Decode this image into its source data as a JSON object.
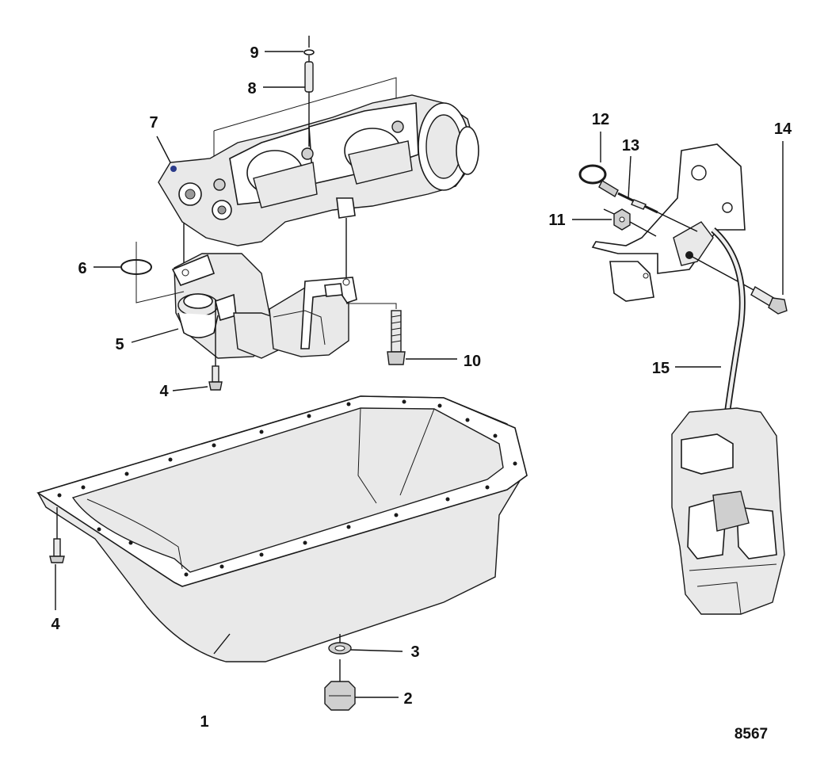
{
  "figure_number": "8567",
  "callouts": [
    {
      "id": "1",
      "text": "1"
    },
    {
      "id": "2",
      "text": "2"
    },
    {
      "id": "3",
      "text": "3"
    },
    {
      "id": "4a",
      "text": "4"
    },
    {
      "id": "4b",
      "text": "4"
    },
    {
      "id": "5",
      "text": "5"
    },
    {
      "id": "6",
      "text": "6"
    },
    {
      "id": "7",
      "text": "7"
    },
    {
      "id": "8",
      "text": "8"
    },
    {
      "id": "9",
      "text": "9"
    },
    {
      "id": "10",
      "text": "10"
    },
    {
      "id": "11",
      "text": "11"
    },
    {
      "id": "12",
      "text": "12"
    },
    {
      "id": "13",
      "text": "13"
    },
    {
      "id": "14",
      "text": "14"
    },
    {
      "id": "15",
      "text": "15"
    }
  ]
}
